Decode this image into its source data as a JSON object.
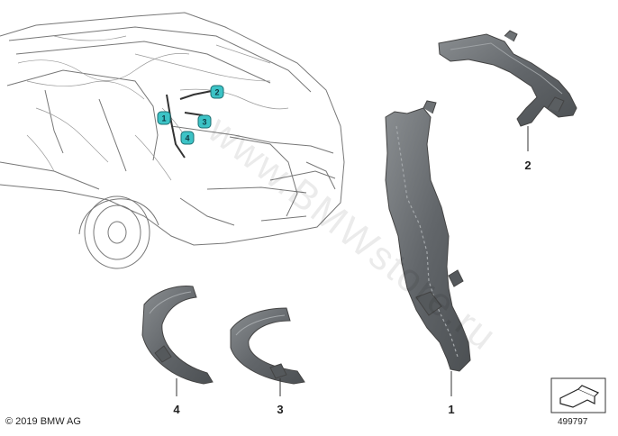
{
  "copyright": "© 2019 BMW AG",
  "diagram_number": "499797",
  "watermark": "www.BMWstore.ru",
  "callouts": {
    "part1": "1",
    "part2": "2",
    "part3": "3",
    "part4": "4"
  },
  "badges": {
    "b1": "1",
    "b2": "2",
    "b3": "3",
    "b4": "4"
  },
  "colors": {
    "badge_fill": "#3cc3c6",
    "part_fill": "#6e7275",
    "outline": "#555555"
  },
  "icons": {
    "view_direction": "arrow-view-icon"
  }
}
